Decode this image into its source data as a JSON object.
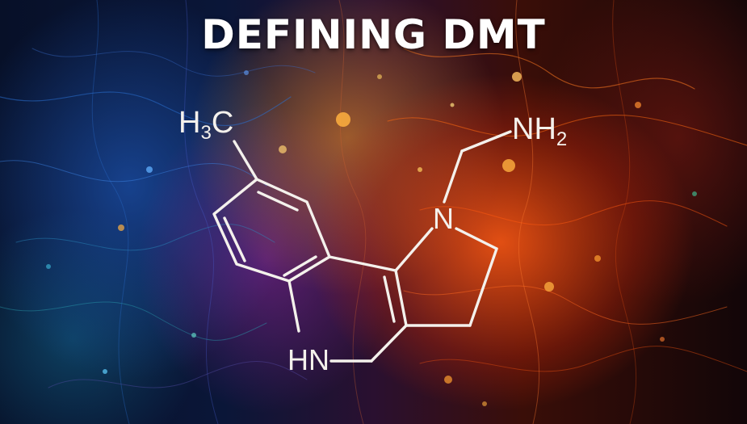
{
  "title": "DEFINING DMT",
  "molecule": {
    "methyl_label": "H3C",
    "methyl_main": "H",
    "methyl_sub": "3",
    "methyl_tail": "C",
    "amine_label": "NH2",
    "amine_main": "NH",
    "amine_sub": "2",
    "ring_nitrogen": "N",
    "hn_label": "HN"
  },
  "colors": {
    "bond": "#f4f1ec",
    "warm": "#ff5a14",
    "cool": "#1e5abe"
  }
}
